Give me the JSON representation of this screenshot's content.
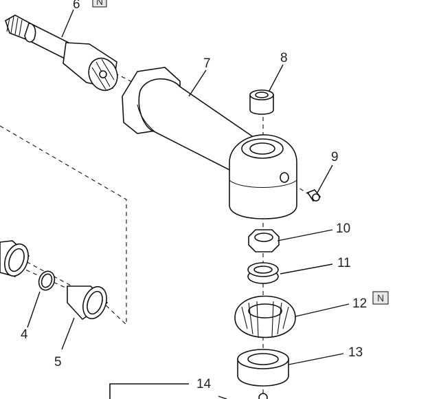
{
  "callouts": [
    {
      "id": "6",
      "text": "6"
    },
    {
      "id": "7",
      "text": "7"
    },
    {
      "id": "8",
      "text": "8"
    },
    {
      "id": "9",
      "text": "9"
    },
    {
      "id": "10",
      "text": "10"
    },
    {
      "id": "11",
      "text": "11"
    },
    {
      "id": "12",
      "text": "12"
    },
    {
      "id": "13",
      "text": "13"
    },
    {
      "id": "14",
      "text": "14"
    },
    {
      "id": "4",
      "text": "4"
    },
    {
      "id": "5",
      "text": "5"
    }
  ],
  "badges": [
    {
      "id": "badge-6",
      "text": "N"
    },
    {
      "id": "badge-12",
      "text": "N"
    }
  ]
}
